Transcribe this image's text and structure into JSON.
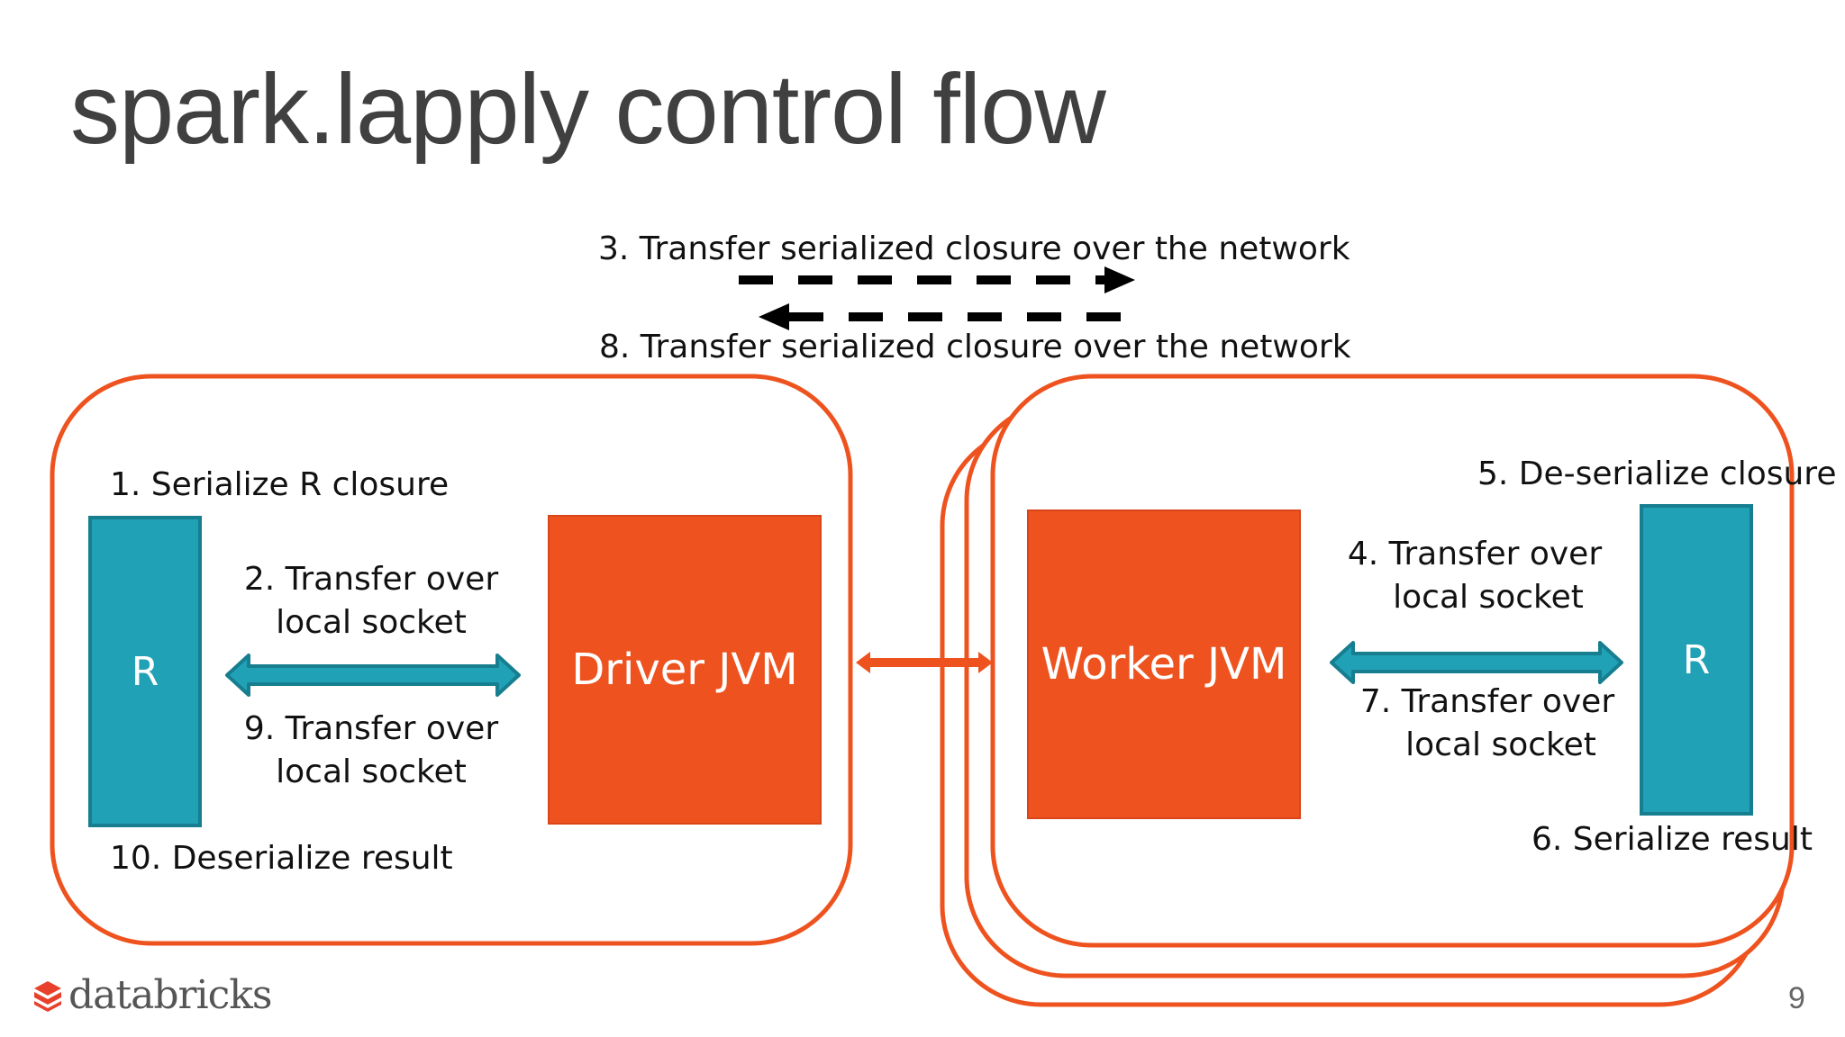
{
  "slide": {
    "title": "spark.lapply control flow",
    "page_number": "9"
  },
  "network": {
    "step3": "3. Transfer serialized closure over the network",
    "step8": "8. Transfer serialized closure over the network"
  },
  "driver": {
    "step1": "1. Serialize R closure",
    "r_label": "R",
    "step2_line1": "2. Transfer over",
    "step2_line2": "local socket",
    "step9_line1": "9. Transfer over",
    "step9_line2": "local socket",
    "jvm_label": "Driver JVM",
    "step10": "10. Deserialize result"
  },
  "worker": {
    "jvm_label": "Worker JVM",
    "step5": "5. De-serialize closure",
    "step4_line1": "4. Transfer over",
    "step4_line2": "local socket",
    "step7_line1": "7. Transfer over",
    "step7_line2": "local socket",
    "r_label": "R",
    "step6": "6. Serialize result"
  },
  "logo": {
    "text": "databricks",
    "icon": "databricks-logo-icon"
  },
  "colors": {
    "orange": "#ee531f",
    "teal": "#21a1b6",
    "teal_dark": "#167e8f",
    "title_gray": "#404040"
  }
}
